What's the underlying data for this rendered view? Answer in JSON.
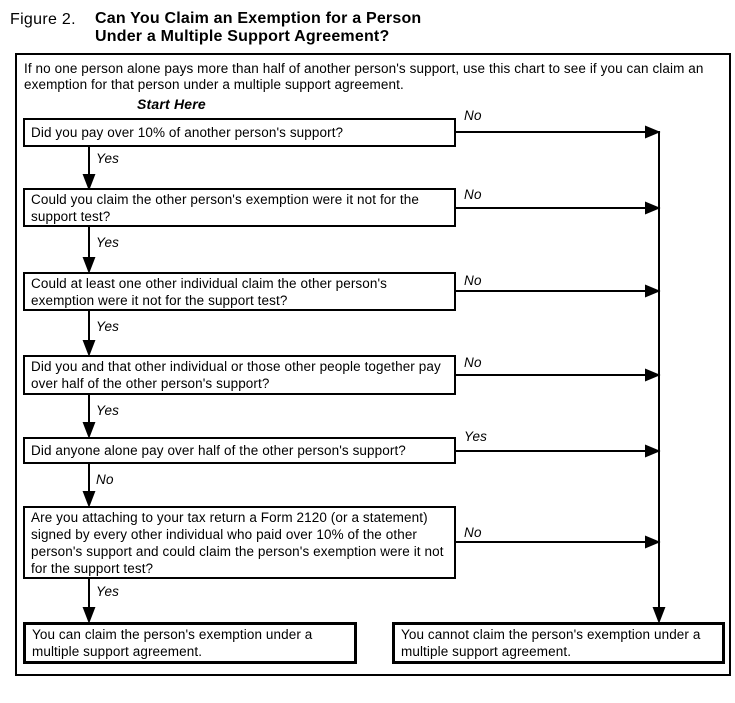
{
  "figure": {
    "label": "Figure 2.",
    "title_line1": "Can You Claim an Exemption for a Person",
    "title_line2": "Under a Multiple Support Agreement?"
  },
  "intro": "If no one person alone pays more than half of another person's support, use this chart to see if you can claim an exemption for that person under a multiple support agreement.",
  "start_label": "Start Here",
  "questions": [
    {
      "text": "Did you pay over 10% of another person's support?",
      "right": "No",
      "down": "Yes"
    },
    {
      "text": "Could you claim the other person's exemption were it not for the support test?",
      "right": "No",
      "down": "Yes"
    },
    {
      "text": "Could at least one other individual claim the other person's exemption were it not for the support test?",
      "right": "No",
      "down": "Yes"
    },
    {
      "text": "Did you and that other individual or those other people together pay over half of the other person's support?",
      "right": "No",
      "down": "Yes"
    },
    {
      "text": "Did anyone alone pay over half of the other person's support?",
      "right": "Yes",
      "down": "No"
    },
    {
      "text": "Are you attaching to your tax return a Form 2120 (or a statement) signed by every other individual who paid over 10% of the other person's support and could claim the person's exemption were it not for the support test?",
      "right": "No",
      "down": "Yes"
    }
  ],
  "outcomes": {
    "can": "You can claim the person's exemption under a multiple support agreement.",
    "cannot": "You cannot claim the person's exemption under a multiple support agreement."
  },
  "colors": {
    "ink": "#000000",
    "background": "#ffffff"
  }
}
